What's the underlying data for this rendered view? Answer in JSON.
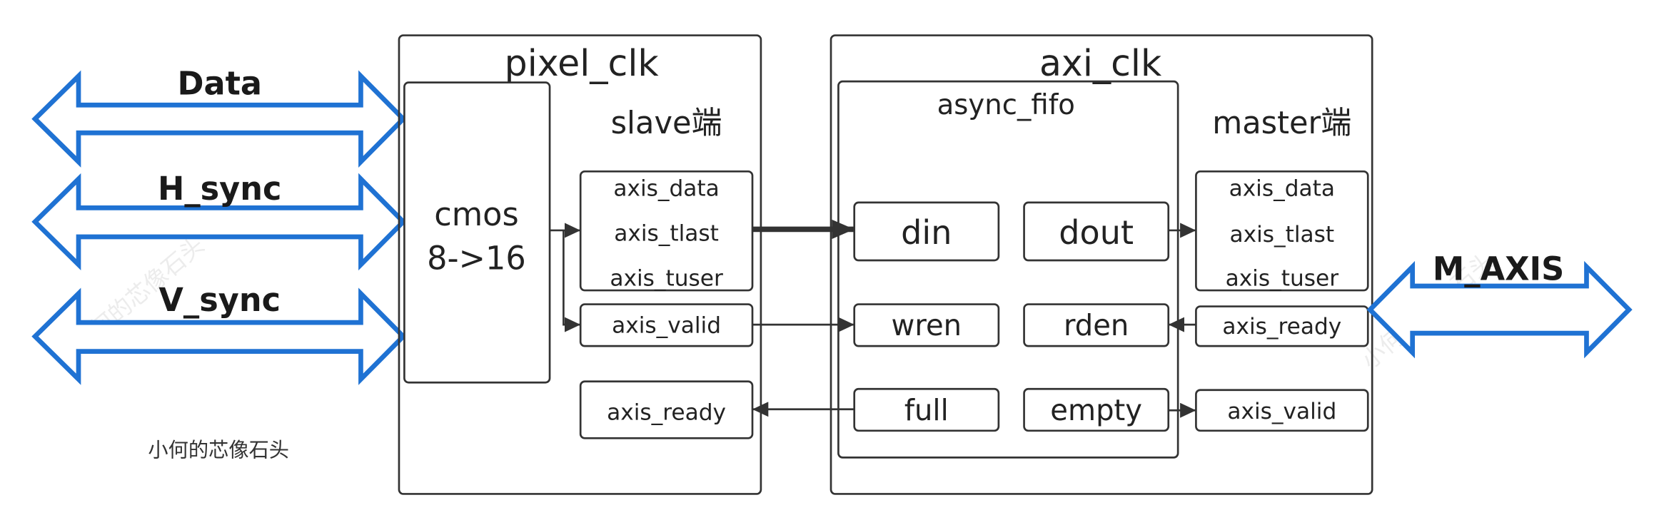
{
  "inputs": [
    {
      "label": "Data"
    },
    {
      "label": "H_sync"
    },
    {
      "label": "V_sync"
    }
  ],
  "pixel_domain": {
    "title": "pixel_clk",
    "cmos_line1": "cmos",
    "cmos_line2": "8->16",
    "side_label": "slave端",
    "stream_signals": [
      "axis_data",
      "axis_tlast",
      "axis_tuser"
    ],
    "valid": "axis_valid",
    "ready": "axis_ready"
  },
  "axi_domain": {
    "title": "axi_clk",
    "fifo": {
      "title": "async_fifo",
      "din": "din",
      "dout": "dout",
      "wren": "wren",
      "rden": "rden",
      "full": "full",
      "empty": "empty"
    },
    "side_label": "master端",
    "stream_signals": [
      "axis_data",
      "axis_tlast",
      "axis_tuser"
    ],
    "ready": "axis_ready",
    "valid": "axis_valid"
  },
  "output": {
    "label": "M_AXIS"
  },
  "watermark": "小何的芯像石头",
  "colors": {
    "bus_outline": "#1f72d3",
    "line": "#333333"
  }
}
